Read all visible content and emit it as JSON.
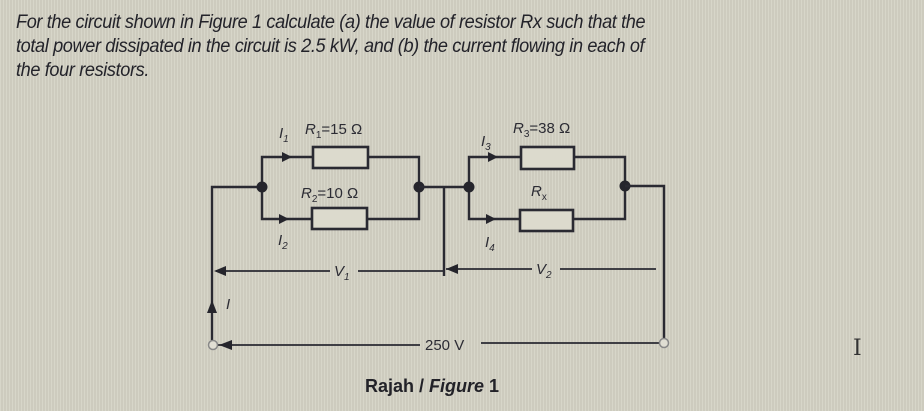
{
  "question": {
    "lines": [
      "For the circuit shown in Figure 1 calculate (a) the value of resistor Rx such that the",
      "total power dissipated in the circuit is 2.5 kW, and (b) the current flowing in each of",
      "the four resistors."
    ]
  },
  "circuit": {
    "resistors": [
      {
        "name": "R1",
        "label_main": "R",
        "label_sub": "1",
        "value": "=15 Ω"
      },
      {
        "name": "R2",
        "label_main": "R",
        "label_sub": "2",
        "value": "=10 Ω"
      },
      {
        "name": "R3",
        "label_main": "R",
        "label_sub": "3",
        "value": "=38 Ω"
      },
      {
        "name": "Rx",
        "label_main": "R",
        "label_sub": "x",
        "value": ""
      }
    ],
    "currents": [
      {
        "main": "I",
        "sub": "1"
      },
      {
        "main": "I",
        "sub": "2"
      },
      {
        "main": "I",
        "sub": "3"
      },
      {
        "main": "I",
        "sub": "4"
      },
      {
        "main": "I",
        "sub": ""
      }
    ],
    "voltages": [
      {
        "main": "V",
        "sub": "1"
      },
      {
        "main": "V",
        "sub": "2"
      }
    ],
    "supply": "250 V"
  },
  "caption": {
    "prefix": "Rajah / ",
    "figure": "Figure",
    "number": " 1"
  },
  "cursor_glyph": "I"
}
